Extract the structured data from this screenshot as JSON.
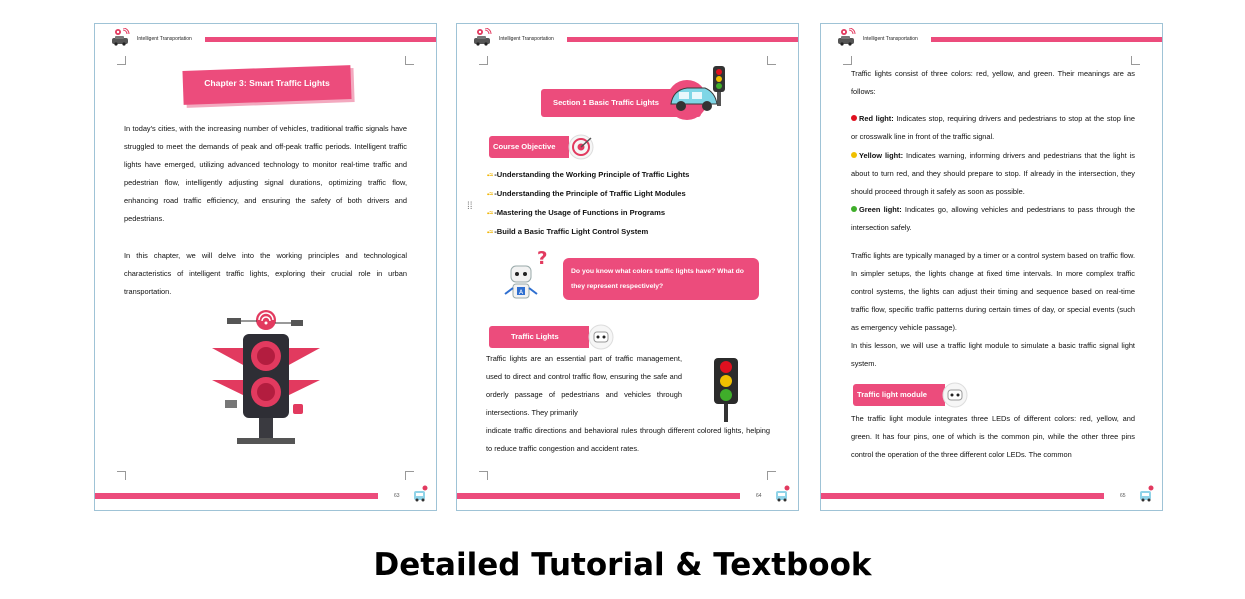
{
  "header_title": "Intelligent Transportation",
  "pages": [
    {
      "number": "63",
      "chapter_title": "Chapter 3:  Smart Traffic Lights",
      "paragraphs": [
        "In today's cities, with the increasing number of vehicles, traditional traffic signals have struggled to meet the demands of peak and off-peak traffic periods. Intelligent traffic lights have emerged, utilizing advanced technology to monitor real-time traffic and pedestrian flow, intelligently adjusting signal durations, optimizing traffic flow, enhancing road traffic efficiency, and ensuring the safety of both drivers and pedestrians.",
        "In this chapter, we will delve into the working principles and technological characteristics of intelligent traffic lights, exploring their crucial role in urban transportation."
      ]
    },
    {
      "number": "64",
      "section_title": "Section 1 Basic Traffic Lights",
      "course_objective_label": "Course Objective",
      "objectives": [
        "-Understanding the Working Principle of Traffic Lights",
        "-Understanding the Principle of Traffic Light Modules",
        "-Mastering the Usage of Functions in Programs",
        "-Build a Basic Traffic Light Control System"
      ],
      "question": "Do you know what colors traffic lights have? What do they represent respectively?",
      "traffic_lights_label": "Traffic Lights",
      "traffic_lights_text": "Traffic lights are an essential part of traffic management, used to direct and control traffic flow, ensuring the safe and orderly passage of pedestrians and vehicles through intersections. They primarily",
      "traffic_lights_text_cont": "indicate traffic directions and behavioral rules through different colored lights, helping to reduce traffic congestion and accident rates."
    },
    {
      "number": "65",
      "intro": "Traffic lights consist of three colors: red, yellow, and green. Their meanings are as follows:",
      "red_label": "Red light:",
      "red_text": " Indicates stop, requiring drivers and pedestrians to stop at the stop line or crosswalk line in front of the traffic signal.",
      "yellow_label": "Yellow light:",
      "yellow_text": " Indicates warning, informing drivers and pedestrians that the light is about to turn red, and they should prepare to stop. If already in the intersection, they should proceed through it safely as soon as possible.",
      "green_label": "Green light:",
      "green_text": " Indicates go, allowing vehicles and pedestrians to pass through the intersection safely.",
      "control_text": "Traffic lights are typically managed by a timer or a control system based on traffic flow. In simpler setups, the lights change at fixed time intervals. In more complex traffic control systems, the lights can adjust their timing and sequence based on real-time traffic flow, specific traffic patterns during certain times of day, or special events (such as emergency vehicle passage).",
      "lesson_text": "In this lesson, we will use a traffic light module to simulate a basic traffic signal light system.",
      "module_label": "Traffic light module",
      "module_text": "The traffic light module integrates three LEDs of different colors: red, yellow, and green. It has four pins, one of which is the common pin, while the other three pins control the operation of the three different color LEDs. The common"
    }
  ],
  "caption": "Detailed Tutorial & Textbook",
  "colors": {
    "accent": "#ec4c7c",
    "red": "#e0101f",
    "yellow": "#f0c000",
    "green": "#3fae2a"
  }
}
